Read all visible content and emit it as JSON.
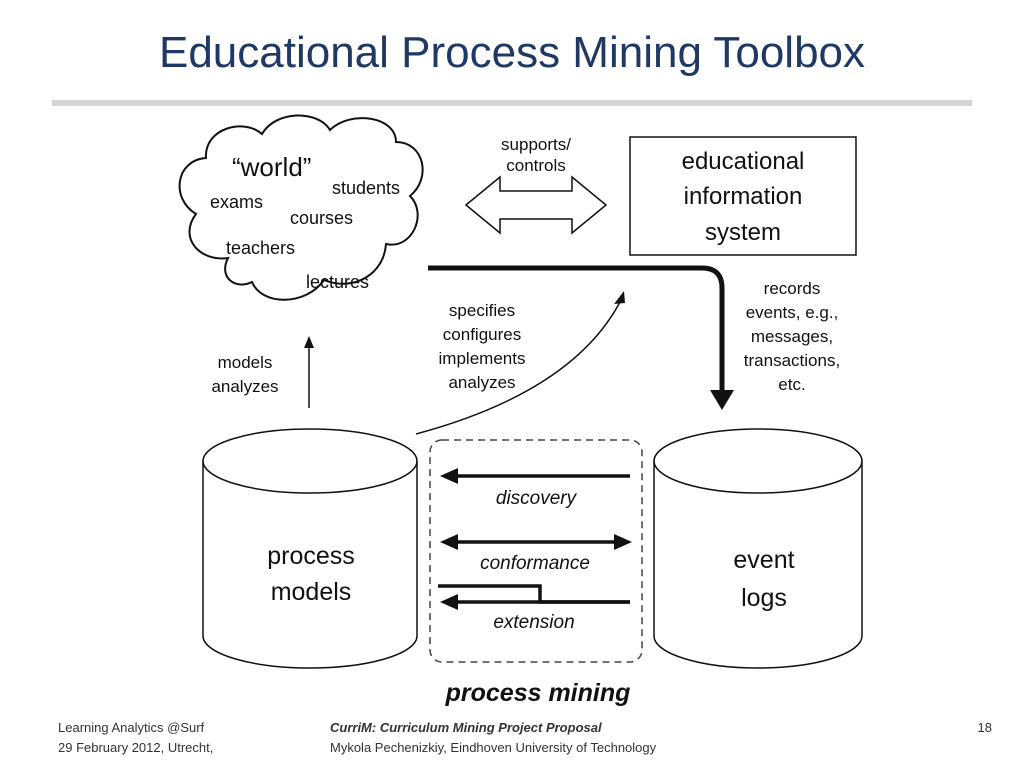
{
  "slide": {
    "title": "Educational Process Mining Toolbox"
  },
  "diagram": {
    "world_cloud": {
      "title": "“world”",
      "items": [
        "students",
        "exams",
        "courses",
        "teachers",
        "lectures"
      ]
    },
    "supports_arrow_label": [
      "supports/",
      "controls"
    ],
    "info_system_box": [
      "educational",
      "information",
      "system"
    ],
    "records_label": [
      "records",
      "events, e.g.,",
      "messages,",
      "transactions,",
      "etc."
    ],
    "models_label": [
      "models",
      "analyzes"
    ],
    "specifies_label": [
      "specifies",
      "configures",
      "implements",
      "analyzes"
    ],
    "process_models_cylinder": [
      "process",
      "models"
    ],
    "event_logs_cylinder": [
      "event",
      "logs"
    ],
    "mining_arrows": {
      "discovery": "discovery",
      "conformance": "conformance",
      "extension": "extension"
    },
    "process_mining_caption": "process mining"
  },
  "footer": {
    "left_line1": "Learning Analytics @Surf",
    "left_line2": "29 February 2012, Utrecht,",
    "center_line1": "CurriM: Curriculum Mining Project Proposal",
    "center_line2": "Mykola Pechenizkiy, Eindhoven University of Technology",
    "page_number": "18"
  },
  "colors": {
    "title": "#1f3864",
    "rule": "#d4d4d4",
    "stroke": "#111111"
  }
}
